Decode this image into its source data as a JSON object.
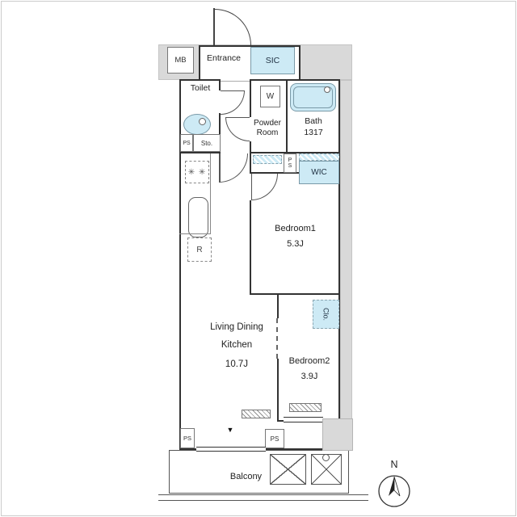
{
  "rooms": {
    "mb": "MB",
    "entrance": "Entrance",
    "sic": "SIC",
    "toilet": "Toilet",
    "powder": [
      "Powder",
      "Room"
    ],
    "bath": "Bath",
    "bath_size": "1317",
    "wic": "WIC",
    "bedroom1": "Bedroom1",
    "bedroom1_size": "5.3J",
    "ldk": [
      "Living Dining",
      "Kitchen"
    ],
    "ldk_size": "10.7J",
    "bedroom2": "Bedroom2",
    "bedroom2_size": "3.9J",
    "closet": "Clo.",
    "balcony": "Balcony"
  },
  "fixtures": {
    "washer": "W",
    "fridge": "R",
    "storage": "Sto.",
    "pipe_shaft": "PS"
  },
  "compass": {
    "north": "N"
  },
  "icons": {
    "stove_burners": "✳ ✳",
    "section_marker": "▼"
  },
  "colors": {
    "wall": "#333333",
    "water_fixture": "#cdeaf5",
    "common_area": "#d9d9d9"
  }
}
